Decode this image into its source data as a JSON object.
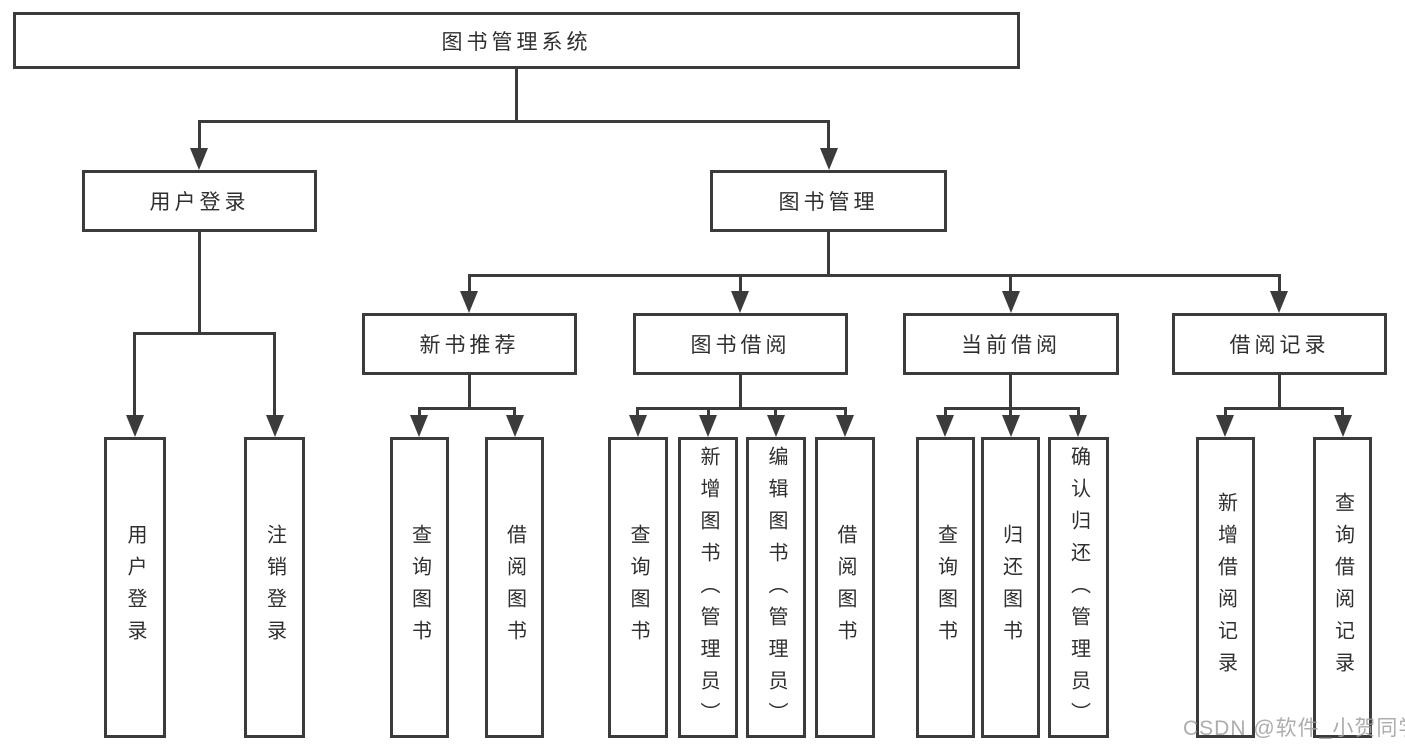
{
  "diagram": {
    "title": "图书管理系统",
    "level2": {
      "user_login": "用户登录",
      "book_management": "图书管理"
    },
    "level3": {
      "new_books": "新书推荐",
      "book_borrowing": "图书借阅",
      "current_borrowing": "当前借阅",
      "borrowing_records": "借阅记录"
    },
    "leaves": {
      "user_login": [
        "用户登录",
        "注销登录"
      ],
      "new_books": [
        "查询图书",
        "借阅图书"
      ],
      "book_borrowing": [
        "查询图书",
        "新增图书（管理员）",
        "编辑图书（管理员）",
        "借阅图书"
      ],
      "current_borrowing": [
        "查询图书",
        "归还图书",
        "确认归还（管理员）"
      ],
      "borrowing_records": [
        "新增借阅记录",
        "查询借阅记录"
      ]
    }
  },
  "watermark": {
    "text": "CSDN @软件_小贺同学",
    "color": "#9f9f9f"
  },
  "colors": {
    "line": "#3b3b3b",
    "text": "#2f2f2f",
    "background": "#ffffff"
  }
}
